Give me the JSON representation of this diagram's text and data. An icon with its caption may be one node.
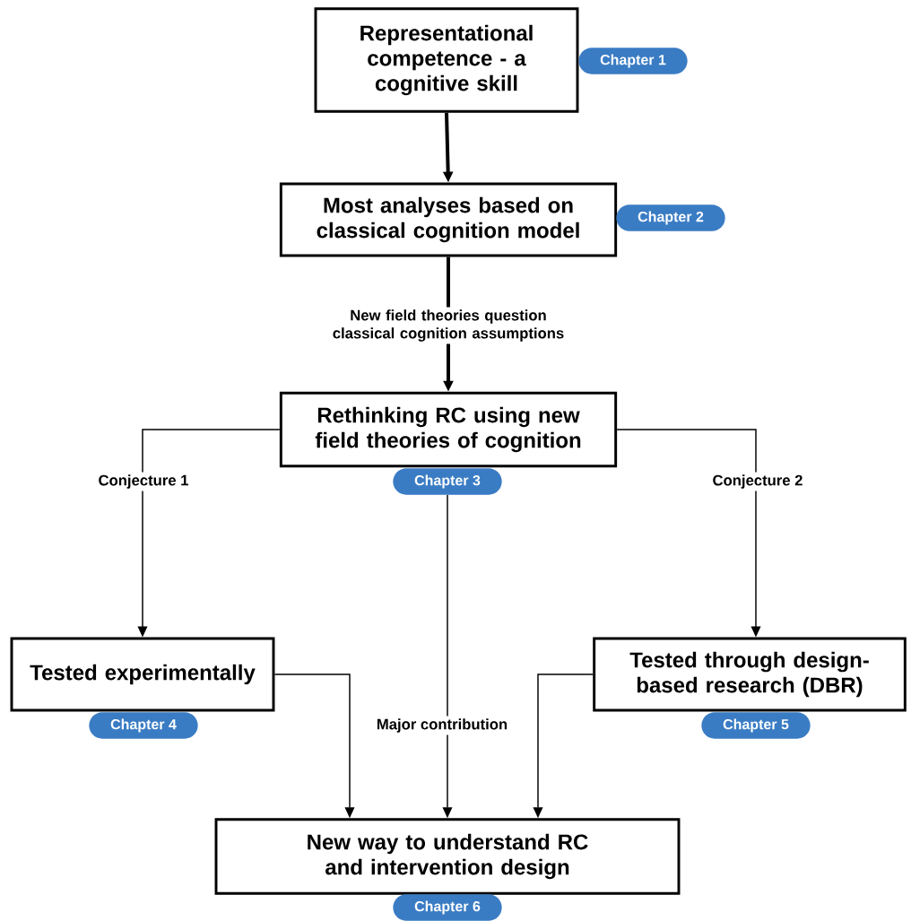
{
  "diagram": {
    "nodes": [
      {
        "text": [
          "Representational competence - a cognitive skill"
        ]
      },
      {
        "text": [
          "Chapter 1"
        ]
      },
      {
        "text": [
          "Most analyses based on classical cognition model"
        ]
      },
      {
        "text": [
          "Chapter 2"
        ]
      },
      {
        "text": [
          "Rethinking RC using new field theories of cognition"
        ]
      },
      {
        "text": [
          "Chapter 3"
        ]
      },
      {
        "text": [
          "Tested experimentally"
        ]
      },
      {
        "text": [
          "Chapter 4"
        ]
      },
      {
        "text": [
          "Tested through design-based research (DBR)"
        ]
      },
      {
        "text": [
          "Chapter 5"
        ]
      },
      {
        "text": [
          "New way to understand RC and intervention design"
        ]
      },
      {
        "text": [
          "Chapter 6"
        ]
      }
    ],
    "edges": [
      {
        "from": 0,
        "to": 2,
        "arrow": "to",
        "style": "thick"
      },
      {
        "from": 2,
        "to": 4,
        "arrow": "to",
        "style": "thick",
        "label": "New field theories question classical cognition assumptions"
      },
      {
        "from": 4,
        "to": 6,
        "arrow": "to",
        "label": "Conjecture 1"
      },
      {
        "from": 4,
        "to": 8,
        "arrow": "to",
        "label": "Conjecture 2"
      },
      {
        "from": 5,
        "to": 10,
        "arrow": "to",
        "label": "Major contribution"
      },
      {
        "from": 6,
        "to": 10,
        "arrow": "to"
      },
      {
        "from": 8,
        "to": 10,
        "arrow": "to"
      }
    ]
  }
}
